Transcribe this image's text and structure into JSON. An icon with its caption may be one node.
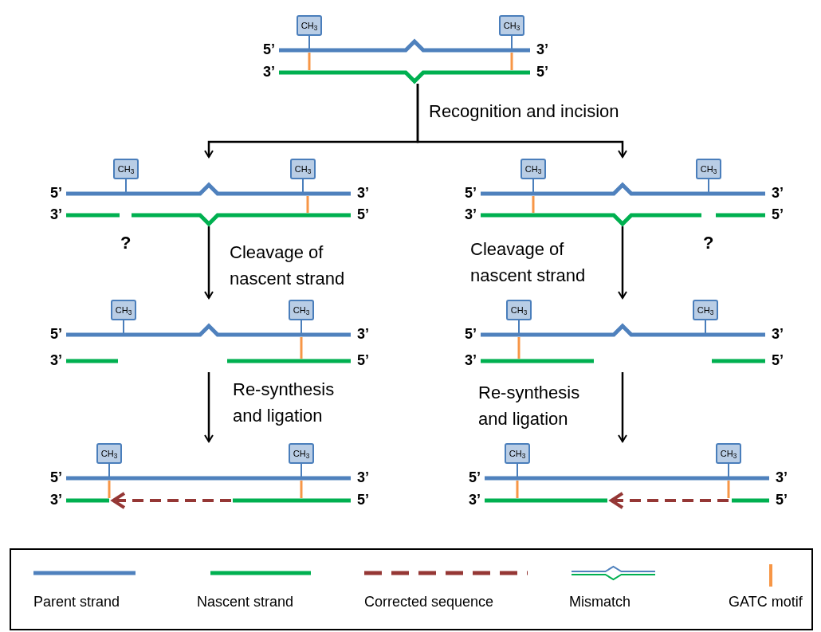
{
  "diagram": {
    "nodes": [
      {
        "text": [],
        "shape": "picture",
        "beside": [
          "5’",
          "3’",
          "3’",
          "5’"
        ]
      },
      {
        "text": [
          "CH$_{3}$"
        ],
        "in": 0
      },
      {
        "text": [
          "CH$_{3}$"
        ],
        "in": 0
      },
      {
        "text": [],
        "shape": "picture",
        "beside": [
          "5’",
          "3’",
          "3’",
          "5’",
          "?"
        ]
      },
      {
        "text": [
          "CH$_{3}$"
        ],
        "in": 3
      },
      {
        "text": [
          "CH$_{3}$"
        ],
        "in": 3
      },
      {
        "text": [],
        "shape": "picture",
        "beside": [
          "5’",
          "3’",
          "3’",
          "5’",
          "?"
        ]
      },
      {
        "text": [
          "CH$_{3}$"
        ],
        "in": 6
      },
      {
        "text": [
          "CH$_{3}$"
        ],
        "in": 6
      },
      {
        "text": [],
        "shape": "picture",
        "beside": [
          "5’",
          "3’",
          "3’",
          "5’"
        ]
      },
      {
        "text": [
          "CH$_{3}$"
        ],
        "in": 9
      },
      {
        "text": [
          "CH$_{3}$"
        ],
        "in": 9
      },
      {
        "text": [],
        "shape": "picture",
        "beside": [
          "5’",
          "3’",
          "3’",
          "5’"
        ]
      },
      {
        "text": [
          "CH$_{3}$"
        ],
        "in": 12
      },
      {
        "text": [
          "CH$_{3}$"
        ],
        "in": 12
      },
      {
        "text": [],
        "shape": "picture",
        "beside": [
          "5’",
          "3’",
          "3’",
          "5’"
        ]
      },
      {
        "text": [
          "CH$_{3}$"
        ],
        "in": 15
      },
      {
        "text": [
          "CH$_{3}$"
        ],
        "in": 15
      },
      {
        "text": [],
        "shape": "picture",
        "beside": [
          "5’",
          "3’",
          "3’",
          "5’"
        ]
      },
      {
        "text": [
          "CH$_{3}$"
        ],
        "in": 18
      },
      {
        "text": [
          "CH$_{3}$"
        ],
        "in": 18
      }
    ],
    "edges": [
      {
        "from": 0,
        "to": 3,
        "arrow": "to",
        "label": "Recognition and incision"
      },
      {
        "from": 0,
        "to": 6,
        "arrow": "to"
      },
      {
        "from": 3,
        "to": 9,
        "arrow": "to",
        "label": "Cleavage of nascent strand"
      },
      {
        "from": 6,
        "to": 12,
        "arrow": "to",
        "label": "Cleavage of nascent strand"
      },
      {
        "from": 9,
        "to": 15,
        "arrow": "to",
        "label": "Re-synthesis and ligation"
      },
      {
        "from": 12,
        "to": 18,
        "arrow": "to",
        "label": "Re-synthesis and ligation"
      }
    ],
    "legend": [
      {
        "text": "Parent strand"
      },
      {
        "text": "Nascent strand"
      },
      {
        "text": "Corrected sequence"
      },
      {
        "text": "Mismatch"
      },
      {
        "text": "GATC motif"
      }
    ]
  }
}
